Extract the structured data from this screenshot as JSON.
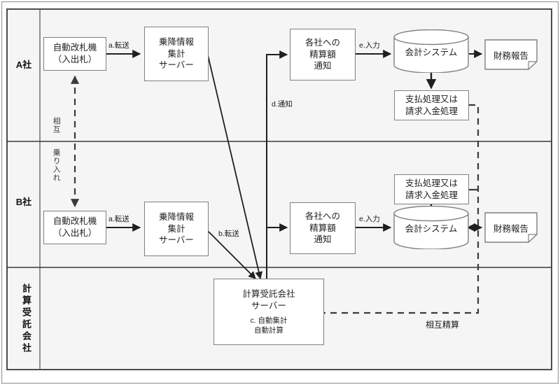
{
  "diagram": {
    "title_present": false,
    "lanes": [
      {
        "id": "lane-a",
        "label": "A社"
      },
      {
        "id": "lane-b",
        "label": "B社"
      },
      {
        "id": "lane-c",
        "label": "計算受託会社"
      }
    ],
    "nodes": {
      "a_gate": {
        "lines": [
          "自動改札機",
          "（入出札）"
        ]
      },
      "a_server": {
        "lines": [
          "乗降情報",
          "集計",
          "サーバー"
        ]
      },
      "a_notice": {
        "lines": [
          "各社への",
          "精算額",
          "通知"
        ]
      },
      "a_accounting": {
        "lines": [
          "会計システム"
        ]
      },
      "a_report": {
        "lines": [
          "財務報告"
        ]
      },
      "a_payment": {
        "lines": [
          "支払処理又は",
          "請求入金処理"
        ]
      },
      "b_gate": {
        "lines": [
          "自動改札機",
          "（入出札）"
        ]
      },
      "b_server": {
        "lines": [
          "乗降情報",
          "集計",
          "サーバー"
        ]
      },
      "b_notice": {
        "lines": [
          "各社への",
          "精算額",
          "通知"
        ]
      },
      "b_accounting": {
        "lines": [
          "会計システム"
        ]
      },
      "b_report": {
        "lines": [
          "財務報告"
        ]
      },
      "b_payment": {
        "lines": [
          "支払処理又は",
          "請求入金処理"
        ]
      },
      "c_server": {
        "lines": [
          "計算受託会社",
          "サーバー"
        ],
        "sublines": [
          "c. 自動集計",
          "自動計算"
        ]
      }
    },
    "edge_labels": {
      "a_transfer_top": "a.転送",
      "a_transfer_bottom": "a.転送",
      "b_transfer": "b.転送",
      "c_notify": "d.通知",
      "e_input_top": "e.入力",
      "e_input_bottom": "e.入力",
      "mutual_entry": "相互 乗り入れ",
      "mutual_entry_1": "相互",
      "mutual_entry_2": "乗り入れ",
      "mutual_settlement": "相互精算"
    },
    "colors": {
      "frame": "#3a3a3a",
      "lane_divider": "#555555",
      "node_border": "#808080",
      "node_fill": "#ffffff",
      "lane_fill": "#f5f5f5",
      "arrow": "#1f1f1f",
      "dashed": "#3a3a3a",
      "text": "#222222",
      "page": "#ffffff"
    }
  }
}
